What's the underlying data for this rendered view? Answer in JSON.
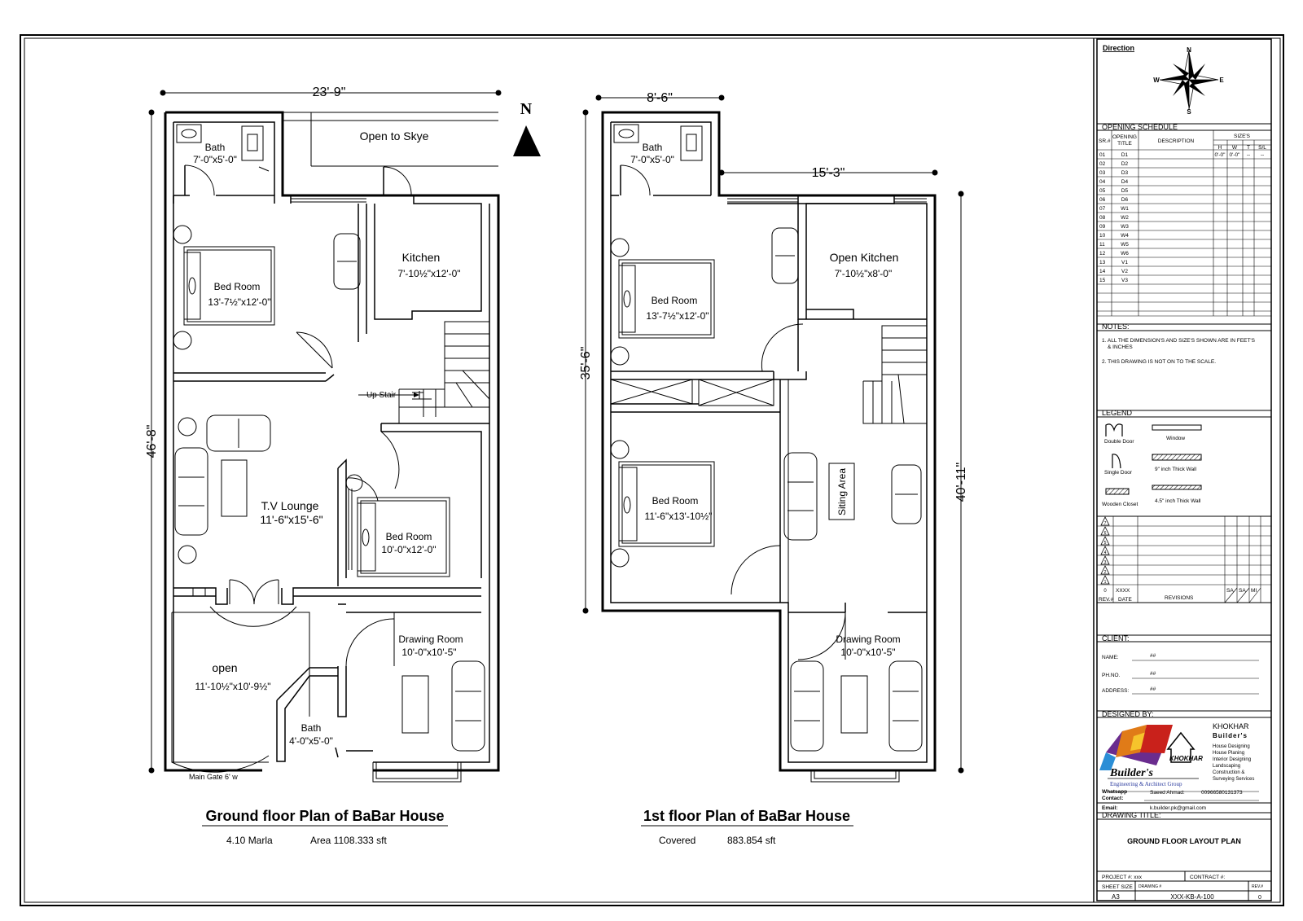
{
  "ground": {
    "dims": {
      "top": "23'-9\"",
      "side": "46'-8\""
    },
    "rooms": {
      "bath": {
        "name": "Bath",
        "size": "7'-0\"x5'-0\""
      },
      "open_to_sky": "Open to Skye",
      "kitchen": {
        "name": "Kitchen",
        "size": "7'-10½\"x12'-0\""
      },
      "bed1": {
        "name": "Bed Room",
        "size": "13'-7½\"x12'-0\""
      },
      "up_stair": "Up Stair",
      "tv": {
        "name": "T.V Lounge",
        "size": "11'-6\"x15'-6\""
      },
      "bed2": {
        "name": "Bed Room",
        "size": "10'-0\"x12'-0\""
      },
      "open": {
        "name": "open",
        "size": "11'-10½\"x10'-9½\""
      },
      "drawing": {
        "name": "Drawing Room",
        "size": "10'-0\"x10'-5\""
      },
      "bath2": {
        "name": "Bath",
        "size": "4'-0\"x5'-0\""
      },
      "gate": "Main Gate 6' w"
    },
    "north": "N",
    "title": "Ground floor Plan of BaBar House",
    "marla": "4.10 Marla",
    "area": "Area 1108.333 sft"
  },
  "first": {
    "dims": {
      "top": "8'-6\"",
      "mid": "15'-3\"",
      "left": "35'-6\"",
      "right": "40'-11\""
    },
    "rooms": {
      "bath": {
        "name": "Bath",
        "size": "7'-0\"x5'-0\""
      },
      "kitchen": {
        "name": "Open Kitchen",
        "size": "7'-10½\"x8'-0\""
      },
      "bed1": {
        "name": "Bed Room",
        "size": "13'-7½\"x12'-0\""
      },
      "bed2": {
        "name": "Bed Room",
        "size": "11'-6\"x13'-10½\""
      },
      "siting": "Siting Area",
      "drawing": {
        "name": "Drawing Room",
        "size": "10'-0\"x10'-5\""
      }
    },
    "title": "1st floor Plan of BaBar House",
    "covered": "Covered",
    "covered_area": "883.854 sft"
  },
  "panel": {
    "direction": "Direction",
    "compass": {
      "n": "N",
      "e": "E",
      "s": "S",
      "w": "W"
    },
    "schedule_title": "OPENING SCHEDULE",
    "schedule_headers": {
      "sr": "SR.#",
      "title1": "OPENING",
      "title2": "TITLE",
      "desc": "DESCRIPTION",
      "sizes": "SIZE'S",
      "h": "H",
      "w": "W",
      "t": "T",
      "sl": "S/L"
    },
    "schedule_rows": [
      {
        "sr": "01",
        "title": "D1",
        "h": "0'-0\"",
        "w": "0'-0\"",
        "t": "--",
        "sl": "--"
      },
      {
        "sr": "02",
        "title": "D2"
      },
      {
        "sr": "03",
        "title": "D3"
      },
      {
        "sr": "04",
        "title": "D4"
      },
      {
        "sr": "05",
        "title": "D5"
      },
      {
        "sr": "06",
        "title": "D6"
      },
      {
        "sr": "07",
        "title": "W1"
      },
      {
        "sr": "08",
        "title": "W2"
      },
      {
        "sr": "09",
        "title": "W3"
      },
      {
        "sr": "10",
        "title": "W4"
      },
      {
        "sr": "11",
        "title": "W5"
      },
      {
        "sr": "12",
        "title": "W6"
      },
      {
        "sr": "13",
        "title": "V1"
      },
      {
        "sr": "14",
        "title": "V2"
      },
      {
        "sr": "15",
        "title": "V3"
      }
    ],
    "notes_title": "NOTES:",
    "note1a": "1. ALL THE DIMENSION'S AND SIZE'S SHOWN ARE IN FEET'S",
    "note1b": "& INCHES",
    "note2": "2. THIS DRAWING IS NOT ON TO THE SCALE.",
    "legend_title": "LEGEND",
    "legend": {
      "double_door": "Double Door",
      "window": "Window",
      "single_door": "Single Door",
      "wall9": "9\" inch Thick Wall",
      "closet": "Wooden Closet",
      "wall45": "4.5\" inch Thick Wall"
    },
    "rev_labels": [
      "7",
      "6",
      "5",
      "4",
      "3",
      "2",
      "1",
      "0"
    ],
    "rev_xxxx": "XXXX",
    "rev_sa1": "SA",
    "rev_sa2": "SA",
    "rev_mi": "MI",
    "rev_head": {
      "rev": "REV.#",
      "date": "DATE",
      "revisions": "REVISIONS"
    },
    "client_title": "CLIENT:",
    "client": {
      "name": "NAME:",
      "ph": "PH.NO.",
      "address": "ADDRESS:",
      "val": "##"
    },
    "designed_by": "DESIGNED BY:",
    "company": {
      "name1": "KHOKHAR",
      "name2": "Builder's",
      "logo_k": "KHOKHAR",
      "logo_b": "Builder's",
      "logo_eng": "Engineering & Architect Group",
      "services": [
        "House Designing",
        "House Planing",
        "Interior Designing",
        "Landscaping",
        "Construction &",
        "Surveying Services"
      ]
    },
    "whatsapp": "Whatsapp",
    "contact": "Contact:",
    "contact_name": "Saeed Ahmad:",
    "contact_phone": "00966580131373",
    "email_label": "Email:",
    "email": "k.builder.pk@gmail.com",
    "drawing_title_label": "DRAWING TITLE:",
    "drawing_title": "GROUND FLOOR LAYOUT PLAN",
    "project": "PROJECT #: xxx",
    "contract": "CONTRACT #:",
    "sheet_size_label": "SHEET SIZE",
    "sheet_size": "A3",
    "drawing_no_label": "DRAWING #",
    "drawing_no": "XXX-KB-A-100",
    "rev_label": "REV.#",
    "rev": "0"
  }
}
